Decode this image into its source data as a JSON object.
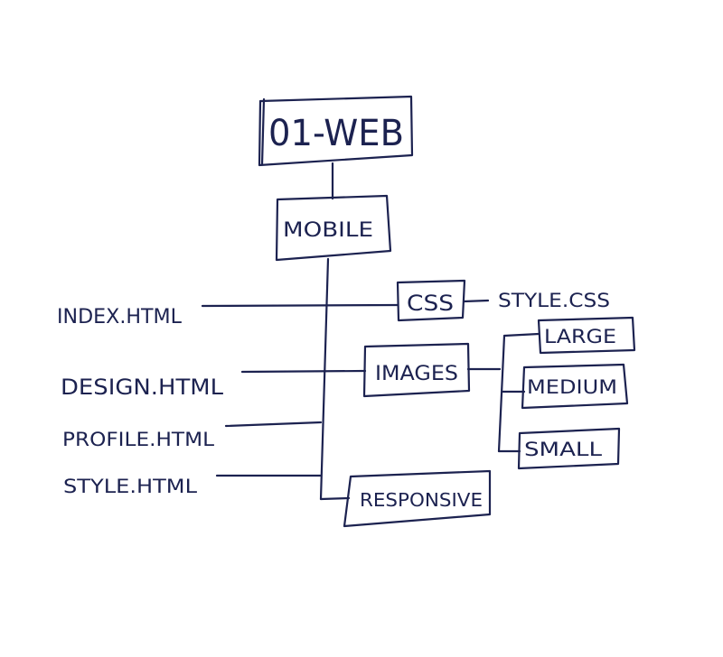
{
  "diagram": {
    "ink_color": "#1c2250",
    "root": "01-WEB",
    "child": "MOBILE",
    "files": {
      "index": "INDEX.HTML",
      "design": "DESIGN.HTML",
      "profile": "PROFILE.HTML",
      "style": "STYLE.HTML"
    },
    "folders": {
      "css": "CSS",
      "images": "IMAGES",
      "responsive": "RESPONSIVE"
    },
    "css_file": "STYLE.CSS",
    "image_sizes": {
      "large": "LARGE",
      "medium": "MEDIUM",
      "small": "SMALL"
    }
  }
}
